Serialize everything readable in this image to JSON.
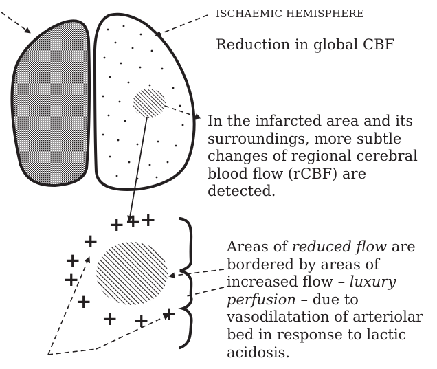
{
  "labels": {
    "ischaemic_hemisphere": "ISCHAEMIC HEMISPHERE",
    "global_cbf": "Reduction in global CBF",
    "infarct_note": "In the infarcted area and its surroundings, more subtle changes of regional cerebral blood flow (rCBF) are detected.",
    "luxury_note": {
      "p1": "Areas of ",
      "reduced_flow": "reduced flow",
      "p2": " are bordered by areas of increased flow – ",
      "luxury_perfusion": "luxury perfusion",
      "p3": " – due to vasodilatation of arteriolar bed in response to lactic acidosis."
    }
  },
  "colors": {
    "ink": "#231f20",
    "background": "#ffffff"
  },
  "symbols": {
    "increased_flow_marker": "+"
  }
}
